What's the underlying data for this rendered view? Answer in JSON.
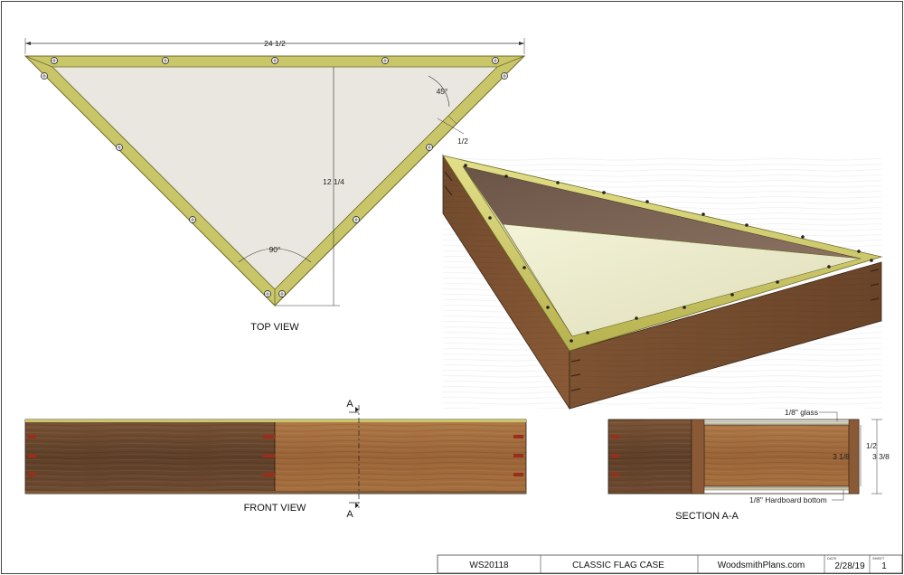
{
  "views": {
    "top_view": {
      "label": "TOP VIEW"
    },
    "front_view": {
      "label": "FRONT VIEW"
    },
    "section": {
      "label": "SECTION A-A"
    }
  },
  "dimensions": {
    "width": "24 1/2",
    "height": "12 1/4",
    "angle_top": "45°",
    "angle_bottom": "90°",
    "frame": "1/2",
    "section_width": "3 1/8",
    "section_half": "1/2",
    "section_height": "3 3/8"
  },
  "callouts": {
    "glass": "1/8\" glass",
    "bottom": "1/8\" Hardboard bottom",
    "section_mark": "A"
  },
  "title_block": {
    "plan_number": "WS20118",
    "title": "CLASSIC FLAG CASE",
    "website": "WoodsmithPlans.com",
    "date_label": "DATE",
    "date": "2/28/19",
    "sheet_label": "SHEET",
    "sheet": "1"
  },
  "colors": {
    "brass": "#c9c66a",
    "brass_dark": "#8c8a35",
    "wood_dark": "#6e4a30",
    "wood_light": "#a9703f",
    "glass": "#e9e7df"
  }
}
